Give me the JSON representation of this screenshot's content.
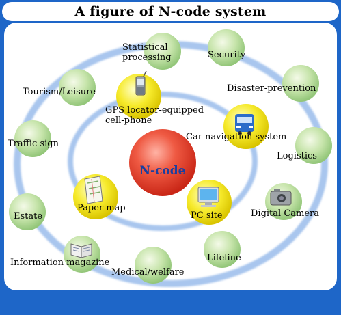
{
  "title": "A figure of N-code system",
  "center": "N-code",
  "inner_items": {
    "gps": "GPS locator-equipped\ncell-phone",
    "car_nav": "Car navigation system",
    "paper_map": "Paper map",
    "pc_site": "PC site"
  },
  "outer_items": {
    "statistical": "Statistical\nprocessing",
    "security": "Security",
    "disaster": "Disaster-prevention",
    "tourism": "Tourism/Leisure",
    "traffic": "Traffic sign",
    "logistics": "Logistics",
    "digital_camera": "Digital Camera",
    "estate": "Estate",
    "information": "Information magazine",
    "medical": "Medical/welfare",
    "lifeline": "Lifeline"
  },
  "colors": {
    "frame_blue": "#1e66c8",
    "ring_blue": "#a9c6ee",
    "center_red": "#e23a2a",
    "inner_yellow": "#f3e200",
    "outer_green": "#b9dc9c"
  },
  "icons": {
    "gps": "cellphone-icon",
    "car_nav": "bus-icon",
    "paper_map": "map-icon",
    "pc_site": "monitor-icon",
    "information": "book-icon",
    "digital_camera": "camera-icon"
  }
}
